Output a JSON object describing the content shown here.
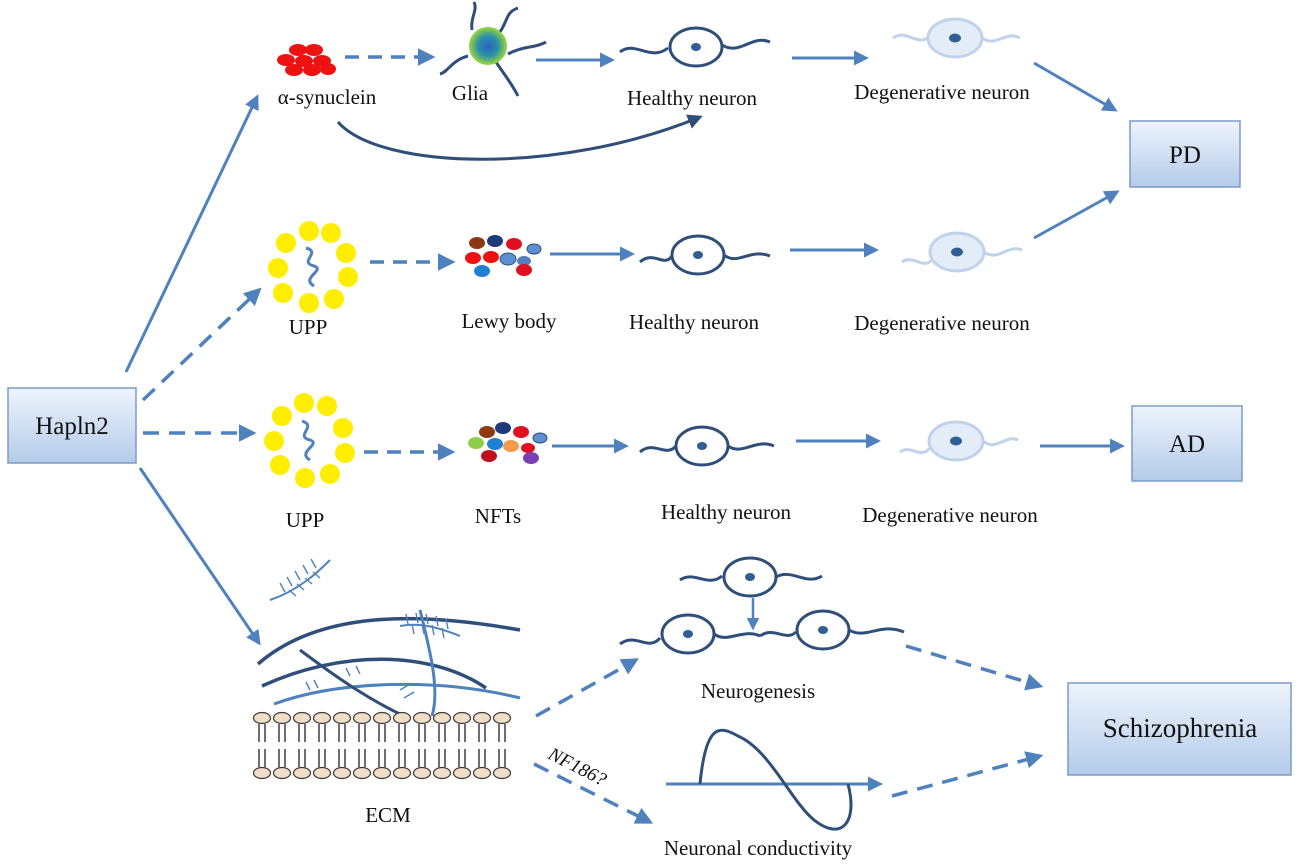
{
  "source": {
    "label": "Hapln2"
  },
  "outcomes": {
    "pd": "PD",
    "ad": "AD",
    "schizophrenia": "Schizophrenia"
  },
  "row1": {
    "alpha_synuclein": "α-synuclein",
    "glia": "Glia",
    "healthy": "Healthy neuron",
    "degenerative": "Degenerative neuron"
  },
  "row2": {
    "upp": "UPP",
    "lewy": "Lewy body",
    "healthy": "Healthy neuron",
    "degenerative": "Degenerative neuron"
  },
  "row3": {
    "upp": "UPP",
    "nfts": "NFTs",
    "healthy": "Healthy neuron",
    "degenerative": "Degenerative neuron"
  },
  "row4": {
    "ecm": "ECM",
    "neurogenesis": "Neurogenesis",
    "conductivity": "Neuronal conductivity",
    "nf186": "NF186?"
  },
  "colors": {
    "arrow": "#4f81bd",
    "neuron": "#2f4f7a",
    "neuron_faded": "#b8cde6",
    "upp_yellow": "#ffee00",
    "box_top": "#e9f1fb",
    "box_bottom": "#b9cfeb",
    "box_border": "#7a9cc6"
  }
}
